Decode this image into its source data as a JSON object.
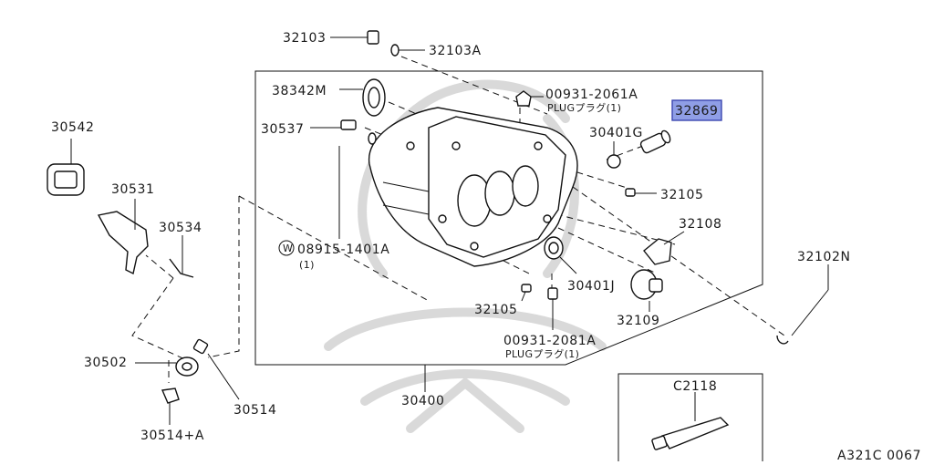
{
  "parts": {
    "p32103": "32103",
    "p32103A": "32103A",
    "p38342M": "38342M",
    "p00931_2061A": "00931-2061A",
    "plug1": "PLUGプラグ(1)",
    "p32869": "32869",
    "p30542": "30542",
    "p30537": "30537",
    "p30401G": "30401G",
    "p30531": "30531",
    "p32105_top": "32105",
    "p32108": "32108",
    "p30534": "30534",
    "p08915_1401A": "08915-1401A",
    "qty1": "(1)",
    "washer_mark": "W",
    "p32102N": "32102N",
    "p30401J": "30401J",
    "p32105_bottom": "32105",
    "p32109": "32109",
    "p00931_2081A": "00931-2081A",
    "plug2": "PLUGプラグ(1)",
    "p30502": "30502",
    "p30514": "30514",
    "p30400": "30400",
    "pC2118": "C2118",
    "p30514A": "30514+A"
  },
  "diagram_code": "A321C 0067",
  "highlight_color": "#8f9ee6"
}
